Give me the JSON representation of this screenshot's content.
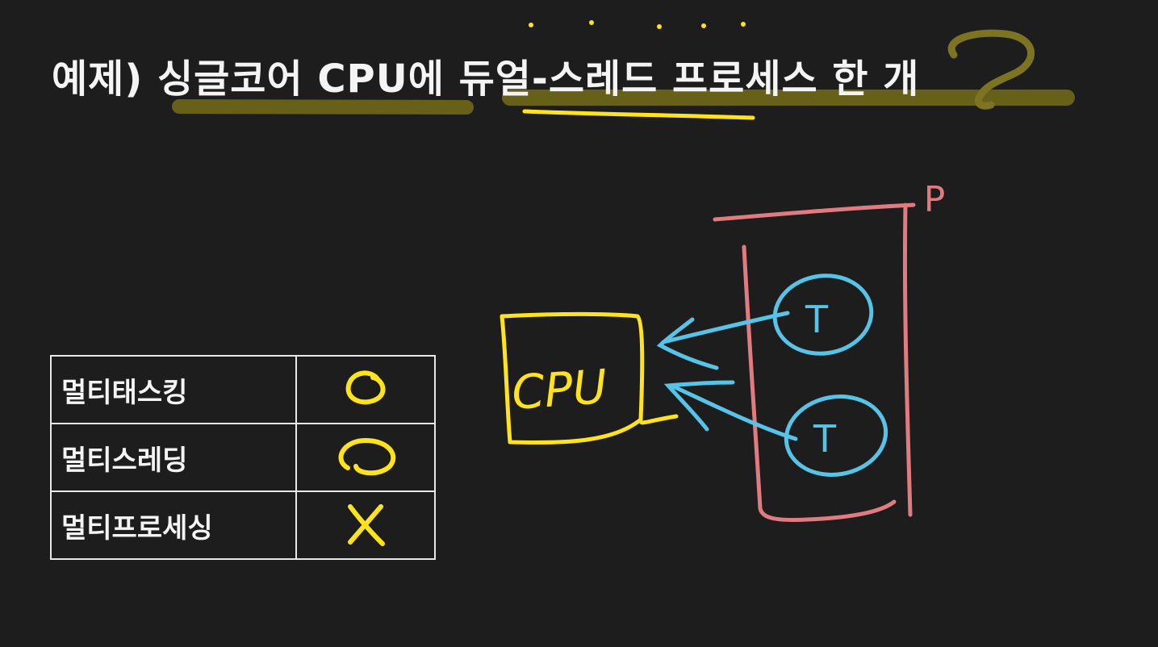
{
  "title": "예제) 싱글코어 CPU에 듀얼-스레드 프로세스 한 개",
  "table": {
    "rows": [
      {
        "label": "멀티태스킹",
        "mark": "O"
      },
      {
        "label": "멀티스레딩",
        "mark": "O"
      },
      {
        "label": "멀티프로세싱",
        "mark": "X"
      }
    ]
  },
  "diagram": {
    "cpu_label": "CPU",
    "process_label": "P",
    "thread_labels": [
      "T",
      "T"
    ]
  },
  "colors": {
    "background": "#1d1d1d",
    "chalk_white": "#f4f4f4",
    "yellow": "#ffe31f",
    "highlight": "#6b6419",
    "cyan": "#57c3e6",
    "pink": "#e07c80"
  }
}
